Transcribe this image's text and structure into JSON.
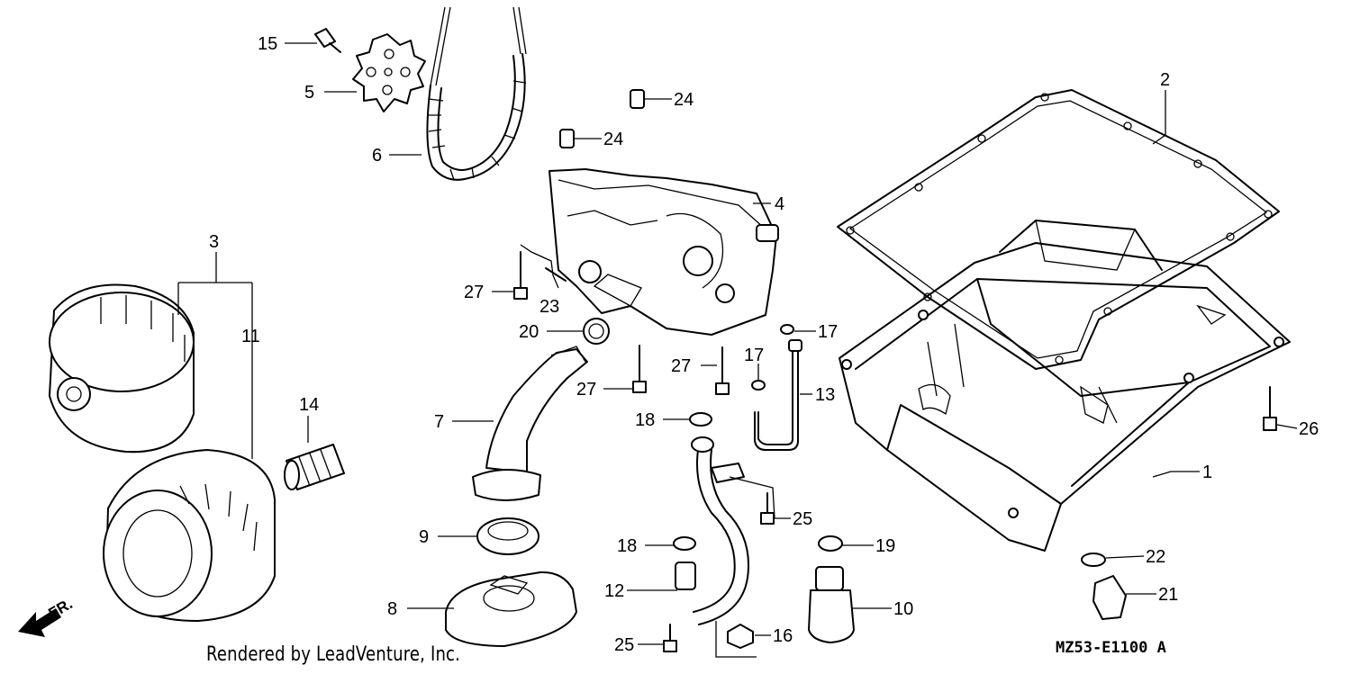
{
  "callouts": [
    {
      "label": "1"
    },
    {
      "label": "2"
    },
    {
      "label": "3"
    },
    {
      "label": "4"
    },
    {
      "label": "5"
    },
    {
      "label": "6"
    },
    {
      "label": "7"
    },
    {
      "label": "8"
    },
    {
      "label": "9"
    },
    {
      "label": "10"
    },
    {
      "label": "11"
    },
    {
      "label": "12"
    },
    {
      "label": "13"
    },
    {
      "label": "14"
    },
    {
      "label": "15"
    },
    {
      "label": "16"
    },
    {
      "label": "17"
    },
    {
      "label": "17"
    },
    {
      "label": "18"
    },
    {
      "label": "18"
    },
    {
      "label": "19"
    },
    {
      "label": "20"
    },
    {
      "label": "21"
    },
    {
      "label": "22"
    },
    {
      "label": "23"
    },
    {
      "label": "24"
    },
    {
      "label": "24"
    },
    {
      "label": "25"
    },
    {
      "label": "25"
    },
    {
      "label": "26"
    },
    {
      "label": "27"
    },
    {
      "label": "27"
    },
    {
      "label": "27"
    }
  ],
  "direction_label": "FR.",
  "credit": "Rendered by LeadVenture, Inc.",
  "diagram_code": "MZ53-E1100 A"
}
